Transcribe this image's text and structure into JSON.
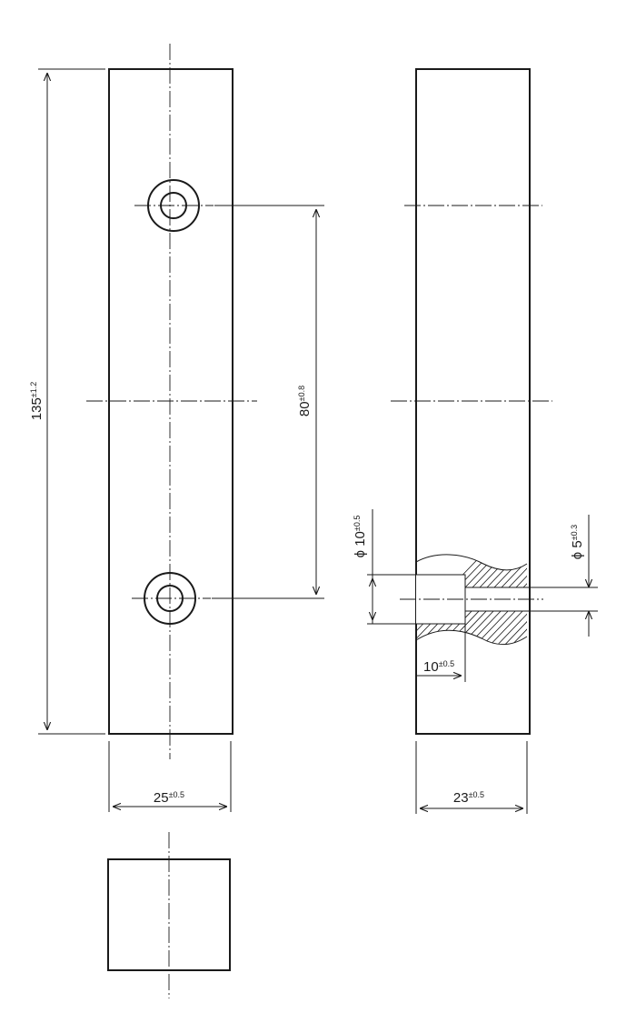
{
  "drawing": {
    "dimensions": {
      "length": {
        "value": "135",
        "tolerance": "±1.2"
      },
      "hole_spacing": {
        "value": "80",
        "tolerance": "±0.8"
      },
      "width_front": {
        "value": "25",
        "tolerance": "±0.5"
      },
      "width_side": {
        "value": "23",
        "tolerance": "±0.5"
      },
      "counterbore_diameter": {
        "value": "ϕ 10",
        "tolerance": "±0.5"
      },
      "through_hole_diameter": {
        "value": "ϕ 5",
        "tolerance": "±0.3"
      },
      "counterbore_depth": {
        "value": "10",
        "tolerance": "±0.5"
      }
    }
  }
}
